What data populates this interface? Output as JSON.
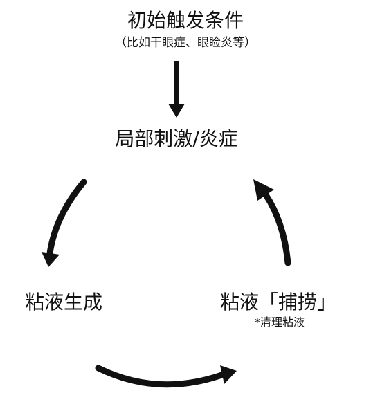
{
  "diagram": {
    "trigger": {
      "title": "初始触发条件",
      "subtitle": "（比如干眼症、眼睑炎等）"
    },
    "local_stimulus": "局部刺激/炎症",
    "mucus_generation": "粘液生成",
    "mucus_catching": "粘液「捕捞」",
    "catching_note": "*清理粘液"
  },
  "colors": {
    "text": "#111111",
    "arrow": "#111111",
    "background": "#ffffff"
  }
}
